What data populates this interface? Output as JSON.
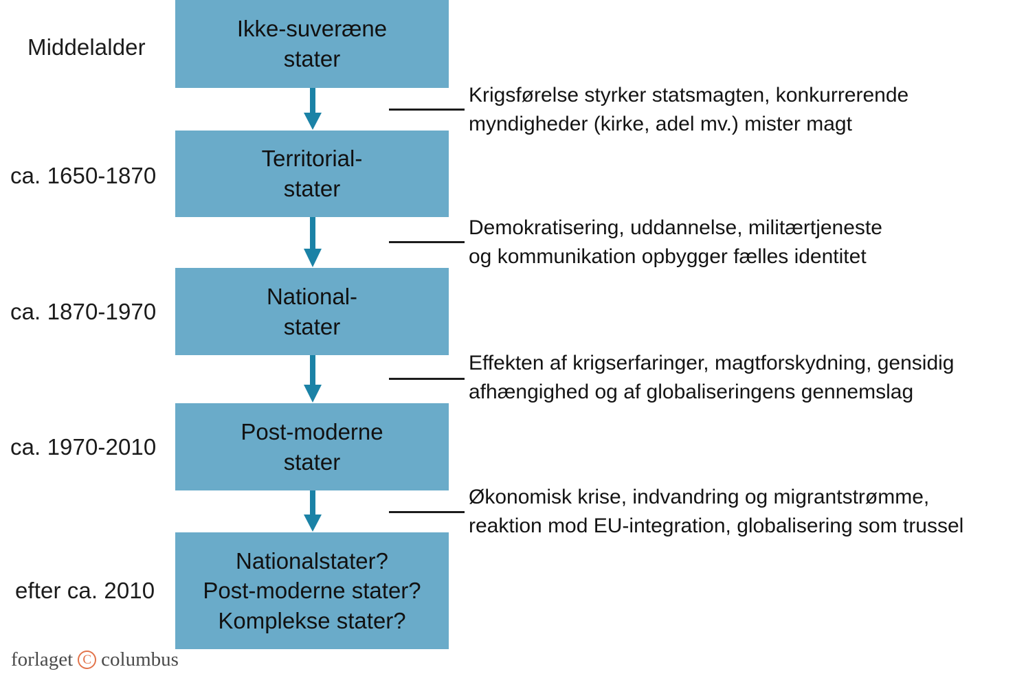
{
  "colors": {
    "box_fill": "#6aabc9",
    "arrow": "#1b82a6",
    "text": "#1b1b1b",
    "leader_line": "#1b1b1b",
    "logo_mark": "#e2734a",
    "background": "#ffffff"
  },
  "periods": [
    {
      "label": "Middelalder"
    },
    {
      "label": "ca. 1650-1870"
    },
    {
      "label": "ca. 1870-1970"
    },
    {
      "label": "ca. 1970-2010"
    },
    {
      "label": "efter ca. 2010"
    }
  ],
  "stages": [
    {
      "lines": [
        "Ikke-suveræne",
        "stater"
      ]
    },
    {
      "lines": [
        "Territorial-",
        "stater"
      ]
    },
    {
      "lines": [
        "National-",
        "stater"
      ]
    },
    {
      "lines": [
        "Post-moderne",
        "stater"
      ]
    },
    {
      "lines": [
        "Nationalstater?",
        "Post-moderne stater?",
        "Komplekse stater?"
      ]
    }
  ],
  "annotations": [
    {
      "lines": [
        "Krigsførelse styrker statsmagten, konkurrerende",
        "myndigheder (kirke, adel mv.) mister magt"
      ]
    },
    {
      "lines": [
        "Demokratisering, uddannelse, militærtjeneste",
        "og kommunikation opbygger fælles identitet"
      ]
    },
    {
      "lines": [
        "Effekten af krigserfaringer, magtforskydning, gensidig",
        "afhængighed og af globaliseringens gennemslag"
      ]
    },
    {
      "lines": [
        "Økonomisk krise, indvandring og migrantstrømme,",
        "reaktion mod EU-integration, globalisering som trussel"
      ]
    }
  ],
  "logo": {
    "word_before": "forlaget",
    "mark": "C",
    "word_after": "columbus"
  }
}
